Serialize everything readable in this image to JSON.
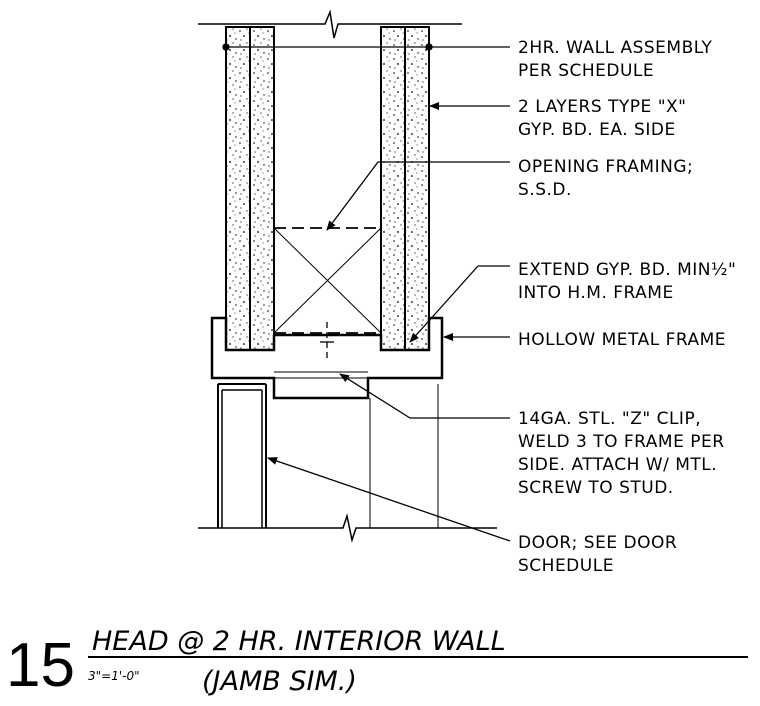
{
  "detail": {
    "number": "15",
    "title": "HEAD @ 2 HR. INTERIOR WALL",
    "subtitle": "(JAMB SIM.)",
    "scale": "3\"=1'-0\""
  },
  "notes": [
    {
      "id": "wall-assembly",
      "lines": [
        "2HR. WALL ASSEMBLY",
        "PER SCHEDULE"
      ]
    },
    {
      "id": "gyp-layers",
      "lines": [
        "2 LAYERS TYPE \"X\"",
        "GYP. BD. EA. SIDE"
      ]
    },
    {
      "id": "opening-framing",
      "lines": [
        "OPENING FRAMING;",
        "S.S.D."
      ]
    },
    {
      "id": "extend-gyp",
      "lines": [
        "EXTEND GYP. BD. MIN½\"",
        "INTO H.M. FRAME"
      ]
    },
    {
      "id": "hollow-metal-frame",
      "lines": [
        "HOLLOW METAL FRAME"
      ]
    },
    {
      "id": "z-clip",
      "lines": [
        "14GA. STL. \"Z\" CLIP,",
        "WELD 3 TO FRAME PER",
        "SIDE.  ATTACH W/ MTL.",
        "SCREW TO STUD."
      ]
    },
    {
      "id": "door",
      "lines": [
        "DOOR; SEE DOOR",
        "SCHEDULE"
      ]
    }
  ]
}
